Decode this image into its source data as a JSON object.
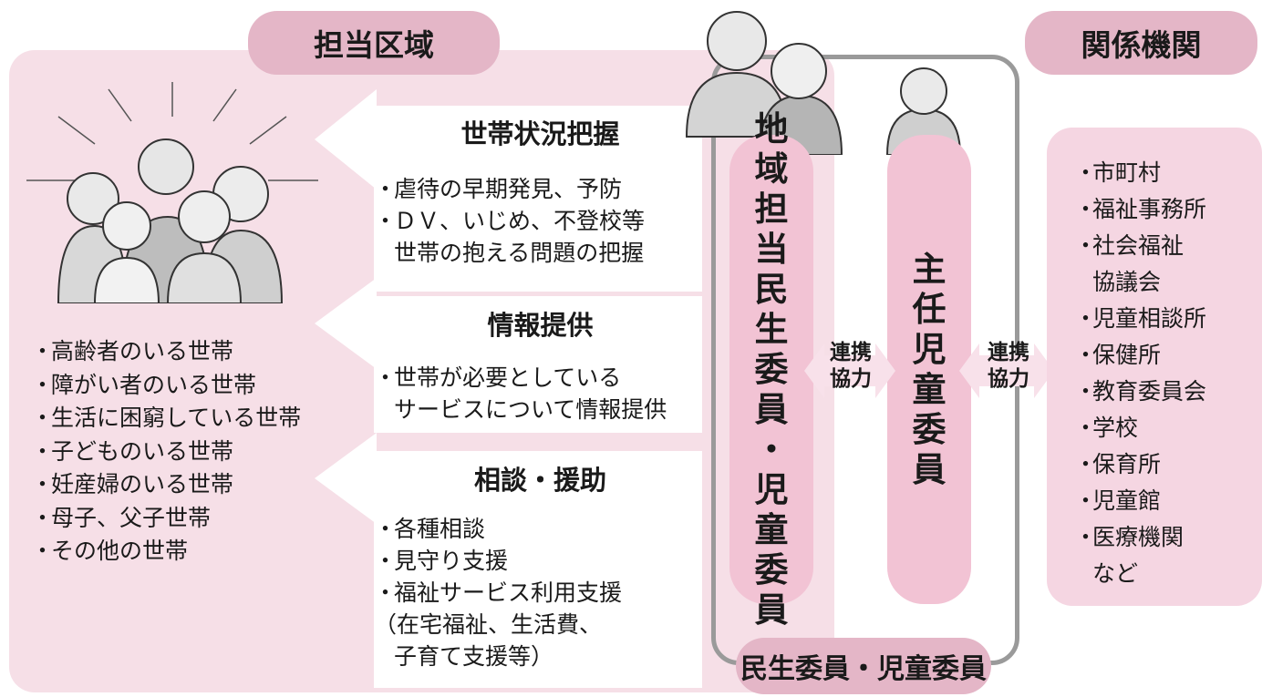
{
  "area": {
    "title": "担当区域",
    "households": [
      "高齢者のいる世帯",
      "障がい者のいる世帯",
      "生活に困窮している世帯",
      "子どものいる世帯",
      "妊産婦のいる世帯",
      "母子、父子世帯",
      "その他の世帯"
    ]
  },
  "functions": [
    {
      "title": "世帯状況把握",
      "lines": [
        {
          "bullet": true,
          "text": "虐待の早期発見、予防"
        },
        {
          "bullet": true,
          "text": "ＤＶ、いじめ、不登校等"
        },
        {
          "bullet": false,
          "text": "世帯の抱える問題の把握"
        }
      ]
    },
    {
      "title": "情報提供",
      "lines": [
        {
          "bullet": true,
          "text": "世帯が必要としている"
        },
        {
          "bullet": false,
          "text": "サービスについて情報提供"
        }
      ]
    },
    {
      "title": "相談・援助",
      "lines": [
        {
          "bullet": true,
          "text": "各種相談"
        },
        {
          "bullet": true,
          "text": "見守り支援"
        },
        {
          "bullet": true,
          "text": "福祉サービス利用支援"
        },
        {
          "bullet": false,
          "text": "（在宅福祉、生活費、"
        },
        {
          "bullet": false,
          "text": "子育て支援等）"
        }
      ]
    }
  ],
  "members": {
    "group_label": "民生委員・児童委員",
    "left_column": [
      "地",
      "域",
      "担",
      "当",
      "民",
      "生",
      "委",
      "員",
      "・",
      "児",
      "童",
      "委",
      "員"
    ],
    "right_column": [
      "主",
      "任",
      "児",
      "童",
      "委",
      "員"
    ],
    "link_label": [
      "連携",
      "協力"
    ]
  },
  "agencies": {
    "title": "関係機関",
    "lines": [
      {
        "bullet": true,
        "text": "市町村"
      },
      {
        "bullet": true,
        "text": "福祉事務所"
      },
      {
        "bullet": true,
        "text": "社会福祉"
      },
      {
        "bullet": false,
        "text": "協議会"
      },
      {
        "bullet": true,
        "text": "児童相談所"
      },
      {
        "bullet": true,
        "text": "保健所"
      },
      {
        "bullet": true,
        "text": "教育委員会"
      },
      {
        "bullet": true,
        "text": "学校"
      },
      {
        "bullet": true,
        "text": "保育所"
      },
      {
        "bullet": true,
        "text": "児童館"
      },
      {
        "bullet": true,
        "text": "医療機関"
      },
      {
        "bullet": false,
        "text": "など"
      }
    ]
  },
  "colors": {
    "area_bg": "#f6dfe7",
    "pill": "#e4b6c7",
    "column": "#f2c3d4",
    "agency_bg": "#f5d6e2",
    "frame": "#9a9a9a",
    "arrow": "#ffffff"
  }
}
